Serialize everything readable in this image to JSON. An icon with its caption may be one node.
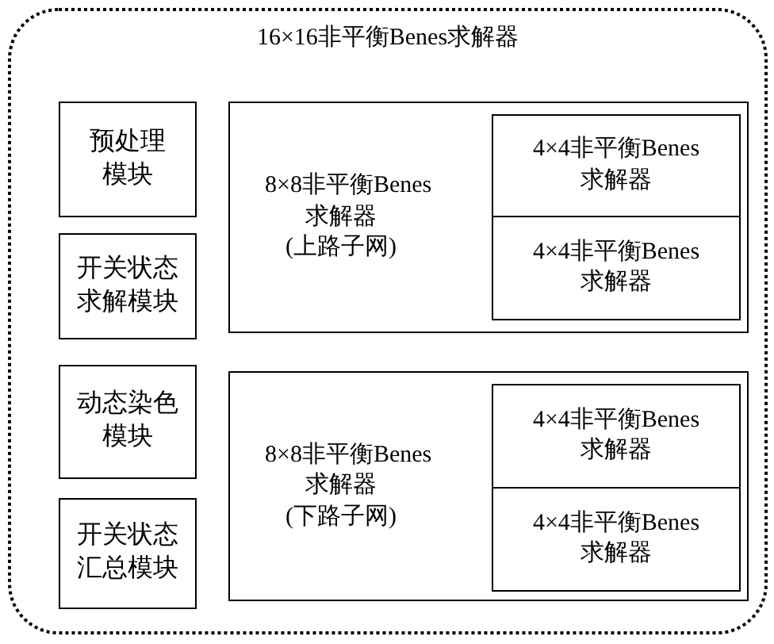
{
  "diagram": {
    "nodes": [
      {
        "text": [
          "16×16非平衡Benes求解器"
        ]
      },
      {
        "text": [
          "预处理模块"
        ],
        "in": 0
      },
      {
        "text": [
          "开关状态求解模块"
        ],
        "in": 0
      },
      {
        "text": [
          "动态染色模块"
        ],
        "in": 0
      },
      {
        "text": [
          "开关状态汇总模块"
        ],
        "in": 0
      },
      {
        "text": [
          "8×8非平衡Benes 求解器 (上路子网)"
        ],
        "in": 0
      },
      {
        "text": [
          "4×4非平衡Benes 求解器"
        ],
        "in": 5
      },
      {
        "text": [
          "4×4非平衡Benes 求解器"
        ],
        "in": 5
      },
      {
        "text": [
          "8×8非平衡Benes 求解器 (下路子网)"
        ],
        "in": 0
      },
      {
        "text": [
          "4×4非平衡Benes 求解器"
        ],
        "in": 8
      },
      {
        "text": [
          "4×4非平衡Benes 求解器"
        ],
        "in": 8
      }
    ]
  }
}
